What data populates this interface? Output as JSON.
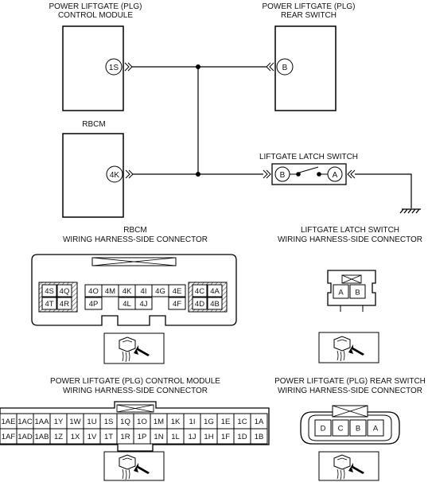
{
  "schematic": {
    "plg_module": {
      "title_1": "POWER LIFTGATE (PLG)",
      "title_2": "CONTROL MODULE",
      "pin": "1S"
    },
    "plg_rear_switch": {
      "title_1": "POWER LIFTGATE (PLG)",
      "title_2": "REAR SWITCH",
      "pin": "B"
    },
    "rbcm": {
      "title": "RBCM",
      "pin": "4K"
    },
    "latch_switch": {
      "title": "LIFTGATE LATCH SWITCH",
      "pin_b": "B",
      "pin_a": "A"
    }
  },
  "connectors": {
    "rbcm": {
      "title_1": "RBCM",
      "title_2": "WIRING HARNESS-SIDE CONNECTOR",
      "left_block": [
        [
          "4S",
          "4Q"
        ],
        [
          "4T",
          "4R"
        ]
      ],
      "center_row1": [
        "4O",
        "4M",
        "4K",
        "4I",
        "4G",
        "4E"
      ],
      "center_row2": [
        "4P",
        "4L",
        "4J",
        "4F"
      ],
      "right_block": [
        [
          "4C",
          "4A"
        ],
        [
          "4D",
          "4B"
        ]
      ]
    },
    "latch": {
      "title_1": "LIFTGATE LATCH SWITCH",
      "title_2": "WIRING HARNESS-SIDE CONNECTOR",
      "pins": [
        "A",
        "B"
      ]
    },
    "plg_module": {
      "title_1": "POWER LIFTGATE (PLG) CONTROL MODULE",
      "title_2": "WIRING HARNESS-SIDE CONNECTOR",
      "row1": [
        "1AE",
        "1AC",
        "1AA",
        "1Y",
        "1W",
        "1U",
        "1S",
        "1Q",
        "1O",
        "1M",
        "1K",
        "1I",
        "1G",
        "1E",
        "1C",
        "1A"
      ],
      "row2": [
        "1AF",
        "1AD",
        "1AB",
        "1Z",
        "1X",
        "1V",
        "1T",
        "1R",
        "1P",
        "1N",
        "1L",
        "1J",
        "1H",
        "1F",
        "1D",
        "1B"
      ]
    },
    "plg_rear_switch": {
      "title_1": "POWER LIFTGATE (PLG) REAR SWITCH",
      "title_2": "WIRING HARNESS-SIDE CONNECTOR",
      "pins": [
        "D",
        "C",
        "B",
        "A"
      ]
    }
  },
  "icons": {
    "connector_view": "connector-view-icon",
    "ground": "ground-icon",
    "switch": "switch-contact-icon"
  }
}
